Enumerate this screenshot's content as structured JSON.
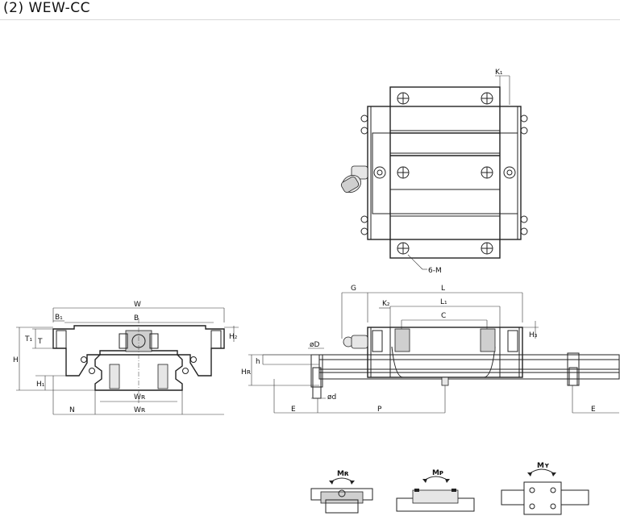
{
  "title": "(2) WEW-CC",
  "top_view": {
    "labels": {
      "k1": "K₁",
      "screw": "6-M"
    }
  },
  "end_view": {
    "labels": {
      "w": "W",
      "b1": "B₁",
      "b": "B",
      "t1": "T₁",
      "t": "T",
      "h": "H",
      "h2": "H₂",
      "h1": "H₁",
      "wr": "Wʀ",
      "wr2": "Wʀ",
      "n": "N"
    }
  },
  "side_view": {
    "labels": {
      "g": "G",
      "l": "L",
      "k2": "K₂",
      "l1": "L₁",
      "c": "C",
      "h3": "H₃",
      "od": "øD",
      "h": "h",
      "hr": "Hʀ",
      "od_small": "ød",
      "e_left": "E",
      "p": "P",
      "e_right": "E"
    }
  },
  "moments": {
    "mr": "Mʀ",
    "mp": "Mᴘ",
    "my": "Mʏ"
  }
}
